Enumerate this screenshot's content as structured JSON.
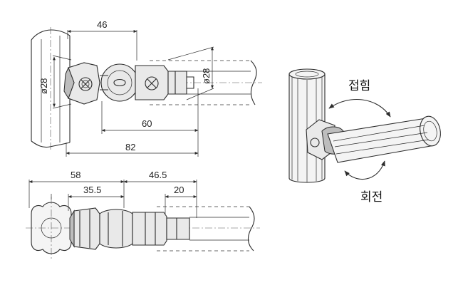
{
  "top_view": {
    "dim_overall_width": "46",
    "dim_left_diameter": "ø28",
    "dim_right_diameter": "ø28",
    "dim_length_a": "60",
    "dim_length_b": "82"
  },
  "bottom_view": {
    "dim_a": "58",
    "dim_b": "35.5",
    "dim_c": "46.5",
    "dim_d": "20"
  },
  "iso_view": {
    "label_fold": "접힘",
    "label_rotate": "회전"
  }
}
